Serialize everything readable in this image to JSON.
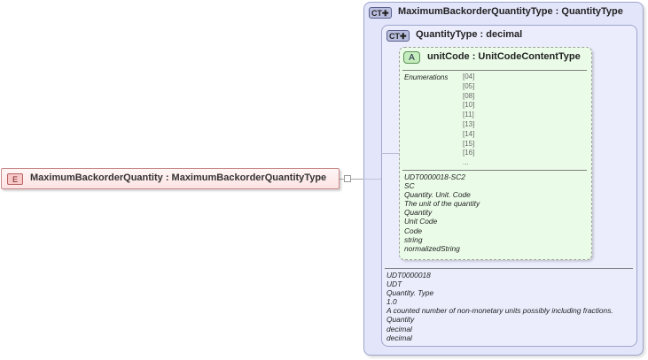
{
  "element": {
    "badge": "E",
    "title": "MaximumBackorderQuantity : MaximumBackorderQuantityType"
  },
  "complex_type_outer": {
    "badge": "CT",
    "title": "MaximumBackorderQuantityType : QuantityType"
  },
  "complex_type_inner": {
    "badge": "CT",
    "title": "QuantityType : decimal"
  },
  "attribute": {
    "badge": "A",
    "title": "unitCode : UnitCodeContentType",
    "enumerations_label": "Enumerations",
    "enumerations": [
      "[04]",
      "[05]",
      "[08]",
      "[10]",
      "[11]",
      "[13]",
      "[14]",
      "[15]",
      "[16]",
      "..."
    ],
    "documentation": [
      "UDT0000018-SC2",
      "SC",
      "Quantity. Unit. Code",
      "The unit of the quantity",
      "Quantity",
      "Unit Code",
      "Code",
      "string",
      "normalizedString"
    ]
  },
  "type_documentation": [
    "UDT0000018",
    "UDT",
    "Quantity. Type",
    "1.0",
    "A counted number of non-monetary units possibly including fractions.",
    "Quantity",
    "decimal",
    "decimal"
  ]
}
